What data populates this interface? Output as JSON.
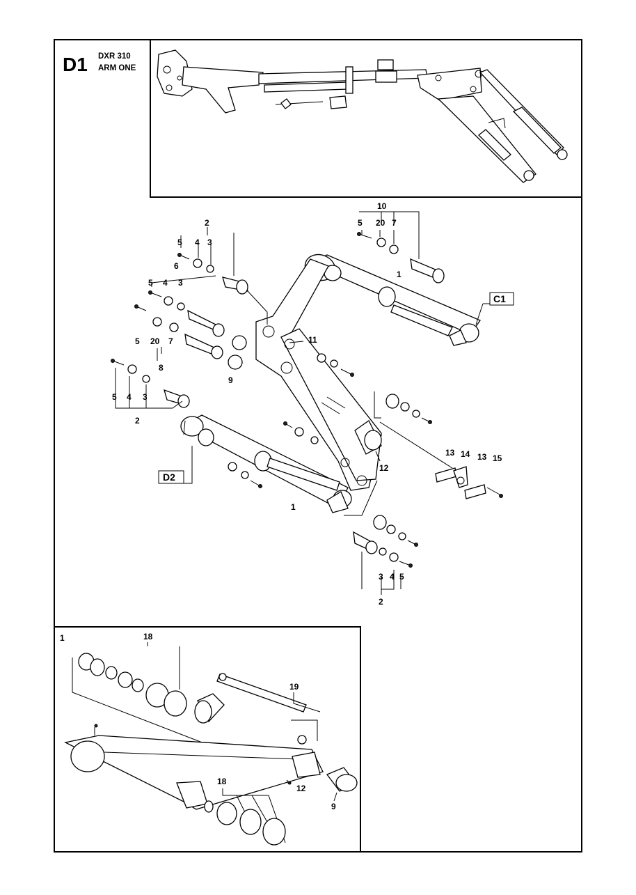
{
  "header": {
    "section_code": "D1",
    "model": "DXR 310",
    "assembly": "ARM ONE"
  },
  "references": {
    "c1": "C1",
    "d2": "D2"
  },
  "labels": {
    "p1": "1",
    "p2": "2",
    "p3": "3",
    "p4": "4",
    "p5": "5",
    "p6": "6",
    "p7": "7",
    "p8": "8",
    "p9": "9",
    "p10": "10",
    "p11": "11",
    "p12": "12",
    "p13": "13",
    "p14": "14",
    "p15": "15",
    "p18": "18",
    "p19": "19",
    "p20": "20"
  }
}
